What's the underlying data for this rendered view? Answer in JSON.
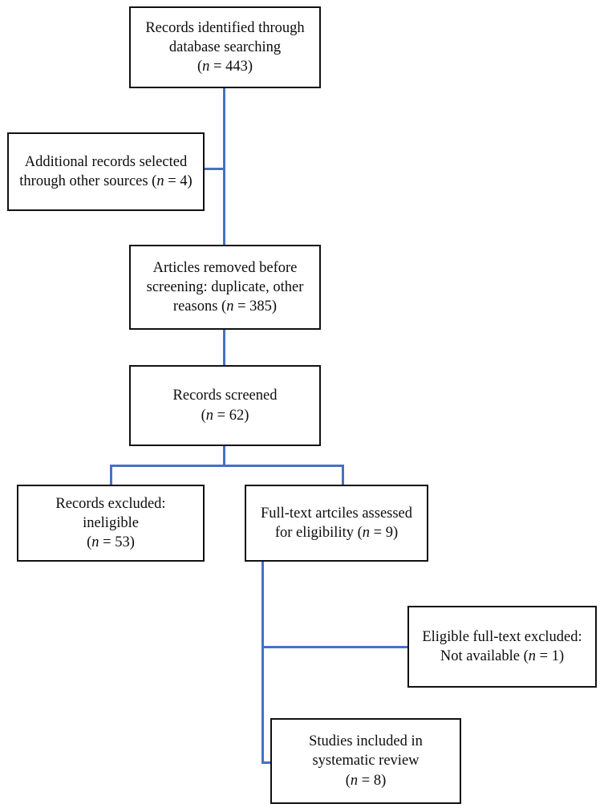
{
  "diagram": {
    "title": "PRISMA study selection flow diagram",
    "connector_color": "#4472C4",
    "box_border_color": "#111111",
    "background": "#FFFFFF",
    "nodes": [
      {
        "id": "records-identified",
        "name": "records-identified-box",
        "lines": [
          "Records identified through",
          "database searching"
        ],
        "count_prefix": "(",
        "count_var": "n",
        "count_eq": " = ",
        "count_value": "443",
        "count_suffix": ")",
        "count_text": "(n = 443)"
      },
      {
        "id": "additional-records",
        "name": "additional-records-box",
        "lines": [
          "Additional records selected",
          "through other sources (n = 4)"
        ],
        "count_value": "4",
        "count_text": ""
      },
      {
        "id": "articles-removed",
        "name": "articles-removed-box",
        "lines": [
          "Articles removed before",
          "screening: duplicate, other",
          "reasons (n = 385)"
        ],
        "count_value": "385",
        "count_text": ""
      },
      {
        "id": "records-screened",
        "name": "records-screened-box",
        "lines": [
          "Records screened"
        ],
        "count_value": "62",
        "count_text": "(n = 62)"
      },
      {
        "id": "records-excluded",
        "name": "records-excluded-box",
        "lines": [
          "Records excluded:",
          "ineligible"
        ],
        "count_value": "53",
        "count_text": "(n = 53)"
      },
      {
        "id": "fulltext-assessed",
        "name": "fulltext-assessed-box",
        "lines": [
          "Full-text artciles assessed",
          "for eligibility (n = 9)"
        ],
        "count_value": "9",
        "count_text": ""
      },
      {
        "id": "fulltext-excluded",
        "name": "fulltext-excluded-box",
        "lines": [
          "Eligible full-text excluded:",
          "Not available (n = 1)"
        ],
        "count_value": "1",
        "count_text": ""
      },
      {
        "id": "studies-included",
        "name": "studies-included-box",
        "lines": [
          "Studies included in",
          "systematic review"
        ],
        "count_value": "8",
        "count_text": "(n = 8)"
      }
    ]
  },
  "box1": {
    "line1": "Records identified through",
    "line2": "database searching",
    "n_open": "(",
    "n_sym": "n",
    "n_rest": " = 443)"
  },
  "box2": {
    "line1": "Additional records selected",
    "line2a": "through other sources (",
    "n_sym": "n",
    "line2b": " = 4)"
  },
  "box3": {
    "line1": "Articles removed before",
    "line2": "screening: duplicate, other",
    "line3a": "reasons (",
    "n_sym": "n",
    "line3b": " = 385)"
  },
  "box4": {
    "line1": "Records screened",
    "n_open": "(",
    "n_sym": "n",
    "n_rest": " = 62)"
  },
  "box5": {
    "line1": "Records excluded:",
    "line2": "ineligible",
    "n_open": "(",
    "n_sym": "n",
    "n_rest": " = 53)"
  },
  "box6": {
    "line1": "Full-text artciles assessed",
    "line2a": "for eligibility (",
    "n_sym": "n",
    "line2b": " = 9)"
  },
  "box7": {
    "line1": "Eligible full-text excluded:",
    "line2a": "Not available (",
    "n_sym": "n",
    "line2b": " = 1)"
  },
  "box8": {
    "line1": "Studies included in",
    "line2": "systematic review",
    "n_open": "(",
    "n_sym": "n",
    "n_rest": " = 8)"
  },
  "chart_data": {
    "type": "diagram",
    "title": "PRISMA flow diagram",
    "nodes": [
      {
        "label": "Records identified through database searching",
        "n": 443
      },
      {
        "label": "Additional records selected through other sources",
        "n": 4
      },
      {
        "label": "Articles removed before screening: duplicate, other reasons",
        "n": 385
      },
      {
        "label": "Records screened",
        "n": 62
      },
      {
        "label": "Records excluded: ineligible",
        "n": 53
      },
      {
        "label": "Full-text artciles assessed for eligibility",
        "n": 9
      },
      {
        "label": "Eligible full-text excluded: Not available",
        "n": 1
      },
      {
        "label": "Studies included in systematic review",
        "n": 8
      }
    ],
    "edges": [
      {
        "from": "Records identified through database searching",
        "to": "Articles removed before screening"
      },
      {
        "from": "Additional records selected through other sources",
        "to": "Articles removed before screening"
      },
      {
        "from": "Articles removed before screening",
        "to": "Records screened"
      },
      {
        "from": "Records screened",
        "to": "Records excluded: ineligible"
      },
      {
        "from": "Records screened",
        "to": "Full-text artciles assessed for eligibility"
      },
      {
        "from": "Full-text artciles assessed for eligibility",
        "to": "Eligible full-text excluded: Not available"
      },
      {
        "from": "Full-text artciles assessed for eligibility",
        "to": "Studies included in systematic review"
      }
    ]
  }
}
